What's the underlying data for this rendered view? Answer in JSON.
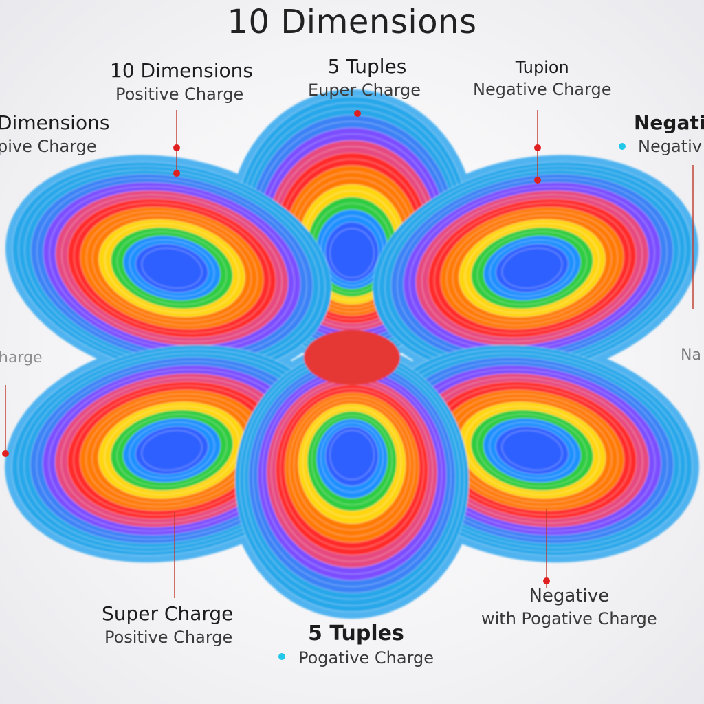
{
  "title": "10 Dimensions",
  "labels": {
    "top_left": {
      "head": "10 Dimensions",
      "sub": "Positive Charge"
    },
    "top_center": {
      "head": "5 Tuples",
      "sub": "Euper Charge"
    },
    "top_right": {
      "head": "Tupion",
      "sub": "Negative Charge"
    },
    "left_edge": {
      "head": "Dimensions",
      "sub": "pive Charge"
    },
    "right_edge": {
      "head": "Negativ",
      "sub": "Negativ"
    },
    "mid_left": {
      "sub": "harge"
    },
    "mid_right": {
      "head": "Na"
    },
    "bottom_left": {
      "head": "Super Charge",
      "sub": "Positive Charge"
    },
    "bottom_center": {
      "head": "5 Tuples",
      "sub": "Pogative Charge"
    },
    "bottom_right": {
      "head": "Negative",
      "sub": "with Pogative Charge"
    }
  },
  "colors": {
    "rings": [
      "#27a7ea",
      "#3b82f6",
      "#7c4dff",
      "#e64980",
      "#ff2a2a",
      "#ff7a00",
      "#ffd60a",
      "#2ecc40",
      "#1e90ff",
      "#2f60ff"
    ],
    "pointer_line": "#c0392b",
    "pointer_dot": "#e02020",
    "accent_dot": "#22c8e8"
  }
}
